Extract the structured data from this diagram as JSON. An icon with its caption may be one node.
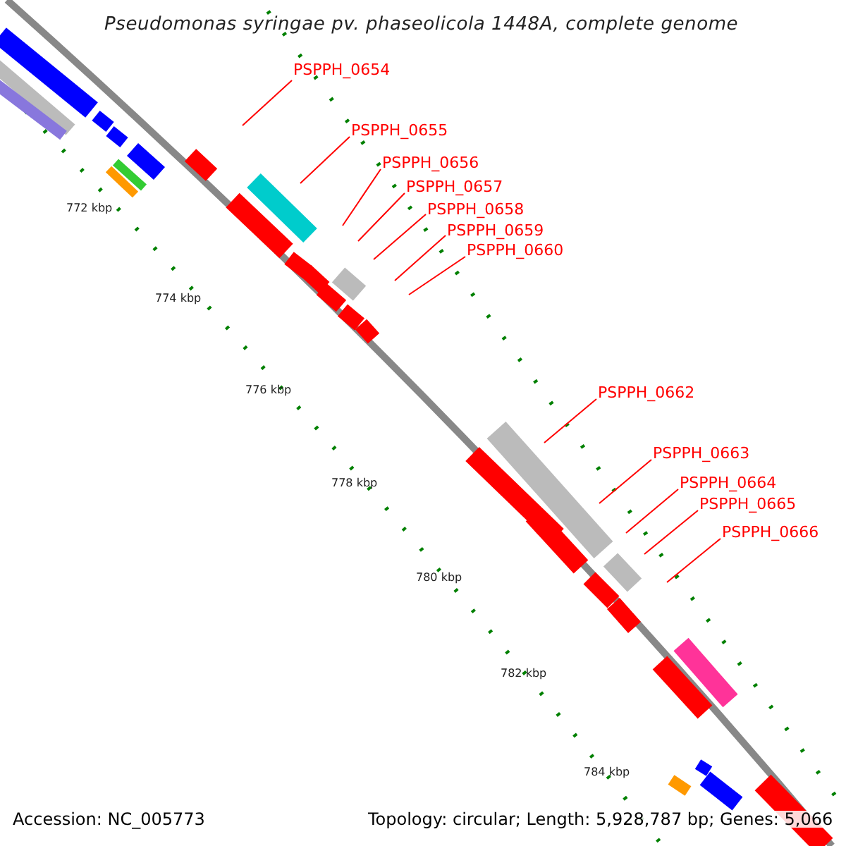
{
  "diagram": {
    "title": "Pseudomonas syringae pv. phaseolicola 1448A, complete genome",
    "nodes": [
      {
        "text": [
          "PSPPH_0654"
        ]
      },
      {
        "text": [
          "PSPPH_0655"
        ]
      },
      {
        "text": [
          "PSPPH_0656"
        ]
      },
      {
        "text": [
          "PSPPH_0657"
        ]
      },
      {
        "text": [
          "PSPPH_0658"
        ]
      },
      {
        "text": [
          "PSPPH_0659"
        ]
      },
      {
        "text": [
          "PSPPH_0660"
        ]
      },
      {
        "text": [
          "PSPPH_0662"
        ]
      },
      {
        "text": [
          "PSPPH_0663"
        ]
      },
      {
        "text": [
          "PSPPH_0664"
        ]
      },
      {
        "text": [
          "PSPPH_0665"
        ]
      },
      {
        "text": [
          "PSPPH_0666"
        ]
      }
    ],
    "edges": [
      {
        "from": 0,
        "to": null,
        "arrow": "none"
      },
      {
        "from": 1,
        "to": null,
        "arrow": "none"
      },
      {
        "from": 2,
        "to": null,
        "arrow": "none"
      },
      {
        "from": 3,
        "to": null,
        "arrow": "none"
      },
      {
        "from": 4,
        "to": null,
        "arrow": "none"
      },
      {
        "from": 5,
        "to": null,
        "arrow": "none"
      },
      {
        "from": 6,
        "to": null,
        "arrow": "none"
      },
      {
        "from": 7,
        "to": null,
        "arrow": "none"
      },
      {
        "from": 8,
        "to": null,
        "arrow": "none"
      },
      {
        "from": 9,
        "to": null,
        "arrow": "none"
      },
      {
        "from": 10,
        "to": null,
        "arrow": "none"
      },
      {
        "from": 11,
        "to": null,
        "arrow": "none"
      }
    ],
    "labels": [
      "772 kbp",
      "774 kbp",
      "776 kbp",
      "778 kbp",
      "780 kbp",
      "782 kbp",
      "784 kbp",
      "Accession: NC_005773",
      "Topology: circular; Length: 5,928,787 bp; Genes: 5,066"
    ]
  }
}
